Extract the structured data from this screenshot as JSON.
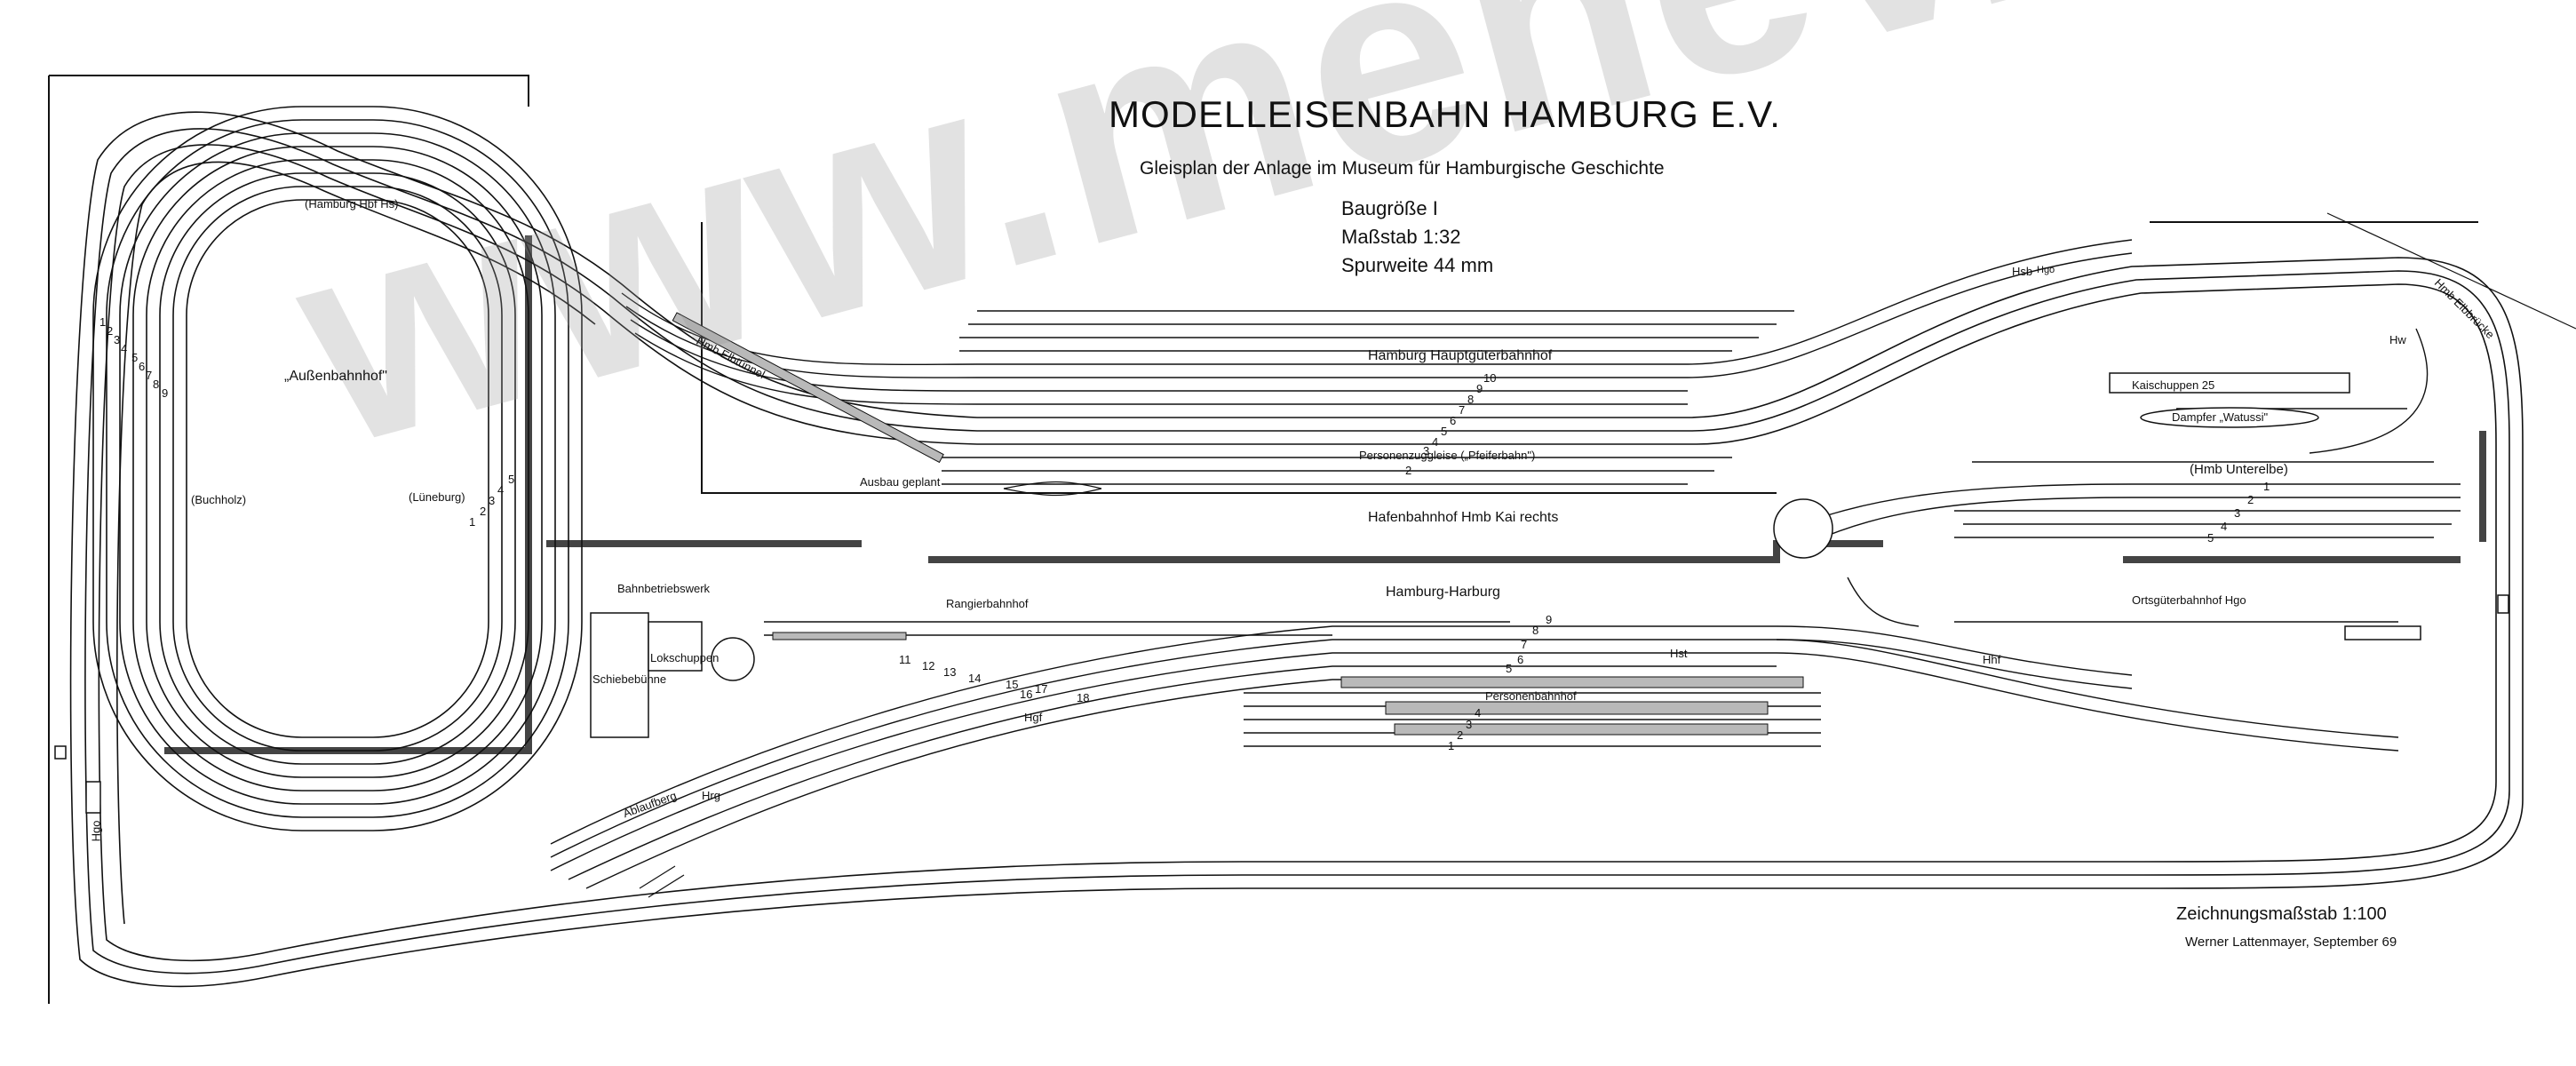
{
  "header": {
    "title": "MODELLEISENBAHN HAMBURG E.V.",
    "subtitle": "Gleisplan der Anlage im Museum für Hamburgische Geschichte",
    "gauge_size": "Baugröße I",
    "scale_model": "Maßstab 1:32",
    "track_gauge": "Spurweite 44 mm"
  },
  "footer": {
    "drawing_scale": "Zeichnungsmaßstab 1:100",
    "author": "Werner Lattenmayer, September 69"
  },
  "watermark": "www.mehev.de",
  "labels": {
    "hamburg_hbf": "(Hamburg Hbf Hs)",
    "aussenbahnhof": "„Außenbahnhof\"",
    "buchholz": "(Buchholz)",
    "lueneburg": "(Lüneburg)",
    "hauptgueterbahnhof": "Hamburg Hauptgüterbahnhof",
    "personenzuggleise": "Personenzuggleise („Pfeiferbahn\")",
    "ausbau_geplant": "Ausbau geplant",
    "hafenbahnhof": "Hafenbahnhof Hmb Kai rechts",
    "hmb_unterelbe": "(Hmb Unterelbe)",
    "kaischuppen": "Kaischuppen 25",
    "dampfer": "Dampfer „Watussi\"",
    "bahnbetriebswerk": "Bahnbetriebswerk",
    "rangierbahnhof": "Rangierbahnhof",
    "hamburg_harburg": "Hamburg-Harburg",
    "ortsgueterbahnhof": "Ortsgüterbahnhof Hgo",
    "lokschuppen": "Lokschuppen",
    "schiebebuehne": "Schiebebühne",
    "personenbahnhof": "Personenbahnhof",
    "ablaufberg": "Ablaufberg",
    "hgo": "Hgo",
    "hmb_elbbruecke": "Hmb Elbbrücke",
    "hmb_elbtunnel": "Hmb Elbtunnel",
    "hgo_box": "Hgo",
    "hsb": "Hsb",
    "hrg": "Hrg",
    "hst": "Hst",
    "hhf": "Hhf",
    "hgf": "Hgf",
    "hw": "Hw"
  },
  "track_numbers": {
    "goods_yard": [
      "10",
      "9",
      "8",
      "7",
      "6",
      "5",
      "4",
      "3",
      "2"
    ],
    "oval_left": [
      "1",
      "2",
      "3",
      "4",
      "5",
      "6",
      "7",
      "8",
      "9"
    ],
    "oval_right": [
      "1",
      "2",
      "3",
      "4",
      "5"
    ],
    "unterelbe": [
      "1",
      "2",
      "3",
      "4",
      "5"
    ],
    "marshalling": [
      "11",
      "12",
      "13",
      "14",
      "15",
      "16",
      "17",
      "18"
    ],
    "harburg": [
      "5",
      "4",
      "3",
      "2",
      "1",
      "7",
      "8",
      "9",
      "6"
    ]
  }
}
